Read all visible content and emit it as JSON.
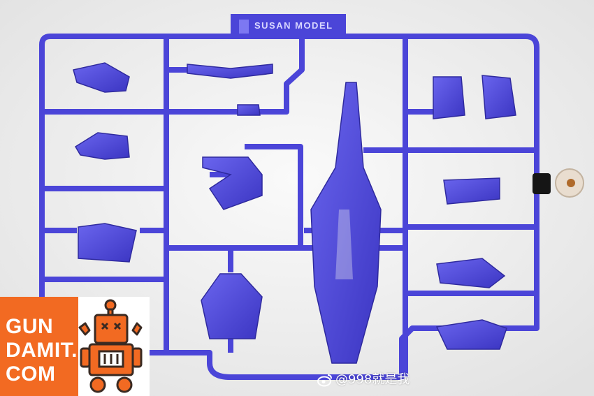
{
  "image": {
    "description_colors": {
      "background": "#f2f2f2",
      "sprue": "#4b45d8",
      "sprue_dark": "#3a34b8",
      "logo_orange": "#f26a22"
    }
  },
  "runner": {
    "tag_text": "SUSAN MODEL"
  },
  "logo": {
    "line1": "GUN",
    "line2": "DAMIT.",
    "line3": "COM",
    "mascot_icon": "robot-mascot-icon"
  },
  "watermark": {
    "icon": "weibo-icon",
    "text": "@998就是我"
  }
}
